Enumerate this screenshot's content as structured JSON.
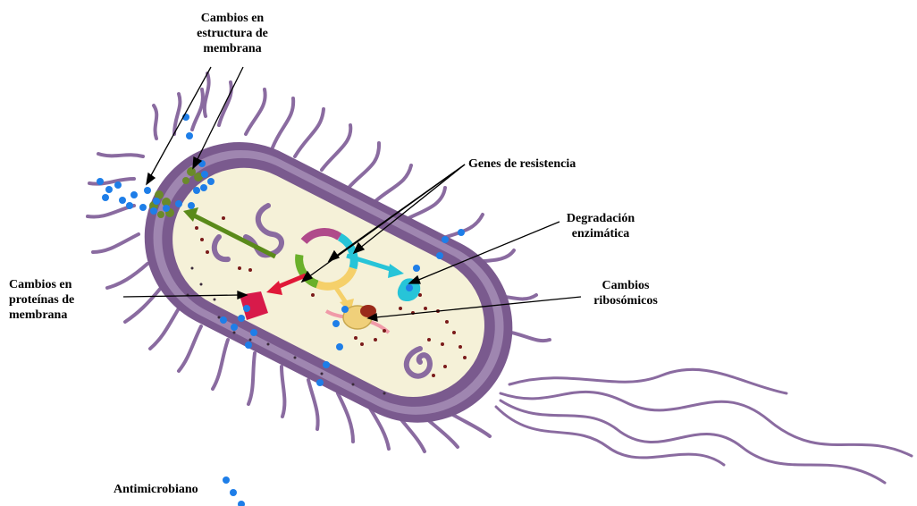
{
  "labels": {
    "membrane_structure": [
      "Cambios  en",
      "estructura de",
      "membrana"
    ],
    "resistance_genes": "Genes de resistencia",
    "enzymatic_degradation": [
      "Degradación",
      "enzimática"
    ],
    "membrane_proteins": [
      "Cambios en",
      "proteínas de",
      "membrana"
    ],
    "ribosomal_changes": [
      "Cambios",
      "ribosómicos"
    ],
    "antimicrobial_legend": "Antimicrobiano"
  },
  "colors": {
    "cell_wall": "#7a5a8e",
    "flagella": "#8a6ba0",
    "cytoplasm": "#f5f1d8",
    "antimicrobial": "#1e7ee8",
    "membrane_protein": "#d81a4a",
    "enzyme": "#27c4d8",
    "ribosome": "#f0d07a",
    "gene_arrow": "#5a8a1a"
  }
}
